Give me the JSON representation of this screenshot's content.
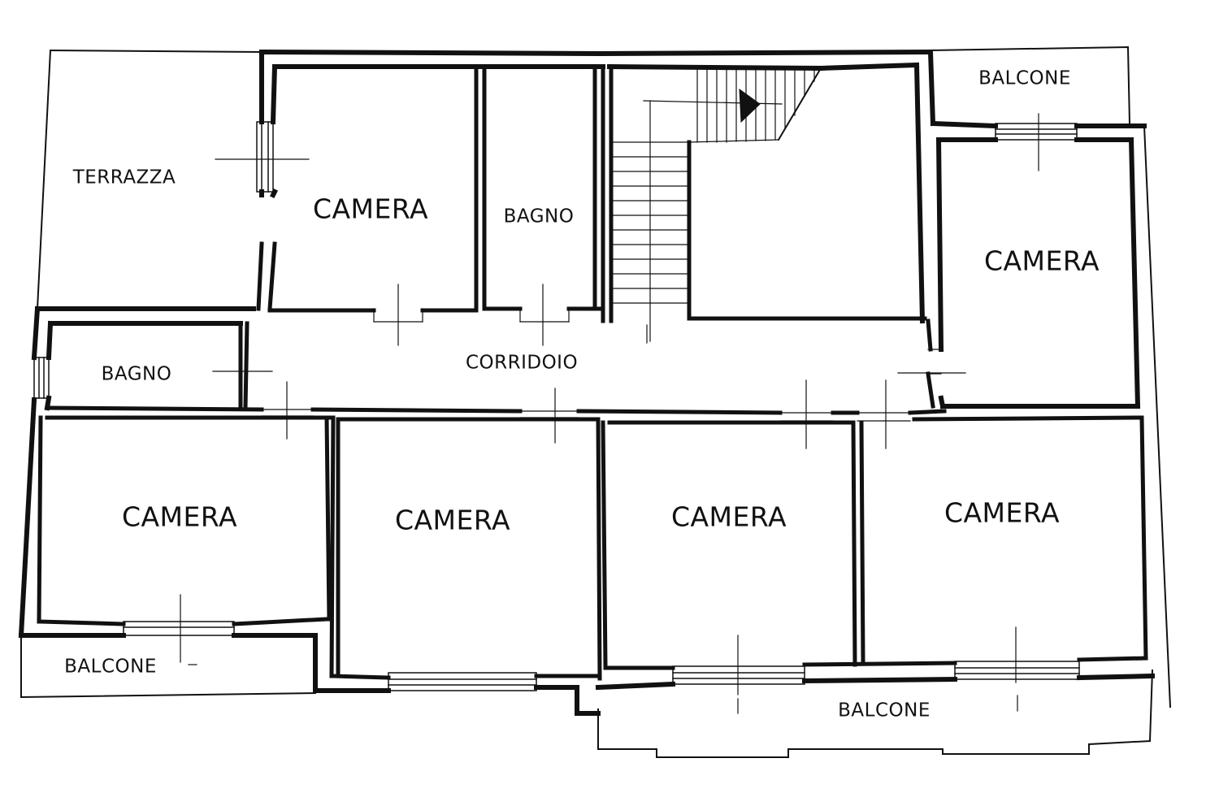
{
  "plan": {
    "line_color": "#111111",
    "rooms": {
      "terrazza": "TERRAZZA",
      "camera_top": "CAMERA",
      "bagno_top": "BAGNO",
      "balcone_top_right": "BALCONE",
      "camera_right": "CAMERA",
      "corridoio": "CORRIDOIO",
      "bagno_left": "BAGNO",
      "camera_bottom_1": "CAMERA",
      "camera_bottom_2": "CAMERA",
      "camera_bottom_3": "CAMERA",
      "camera_bottom_4": "CAMERA",
      "balcone_bottom_left": "BALCONE",
      "balcone_bottom_right": "BALCONE"
    }
  }
}
